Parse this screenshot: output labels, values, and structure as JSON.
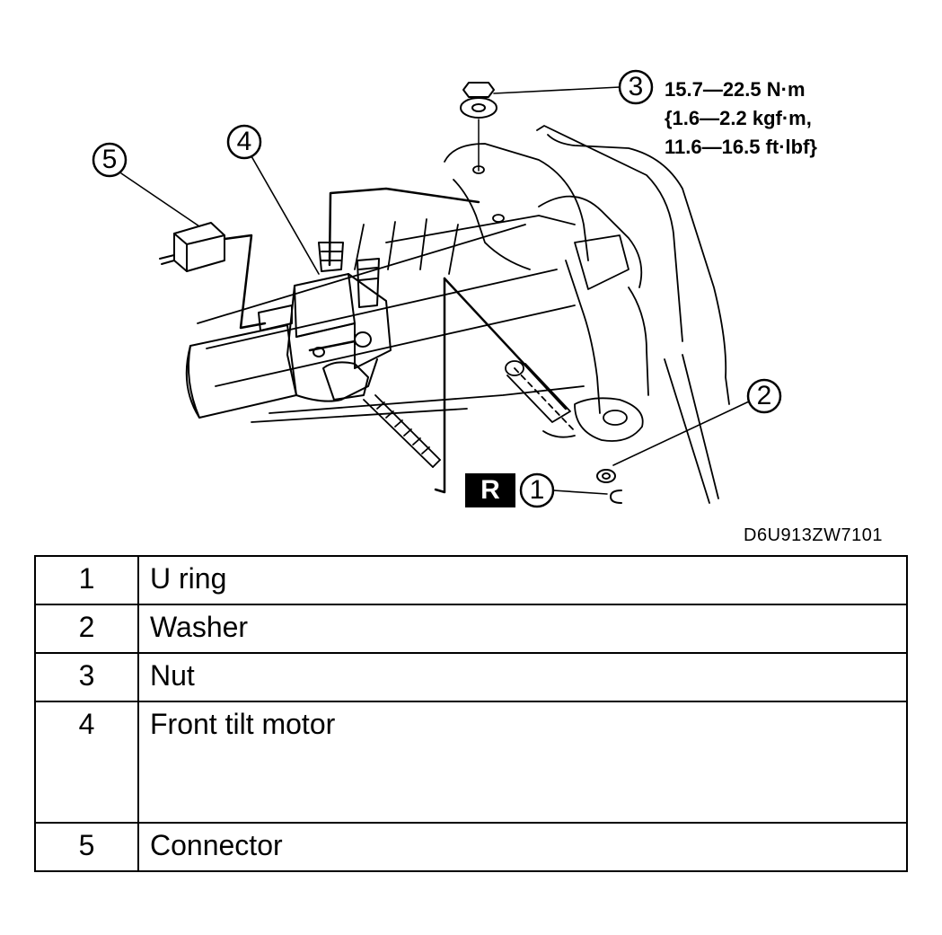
{
  "callouts": {
    "c1": "1",
    "c2": "2",
    "c3": "3",
    "c4": "4",
    "c5": "5"
  },
  "torque_spec": {
    "line1": "15.7—22.5 N·m",
    "line2": "{1.6—2.2 kgf·m,",
    "line3": "11.6—16.5 ft·lbf}"
  },
  "r_badge": "R",
  "figure_code": "D6U913ZW7101",
  "parts": [
    {
      "no": "1",
      "name": "U ring"
    },
    {
      "no": "2",
      "name": "Washer"
    },
    {
      "no": "3",
      "name": "Nut"
    },
    {
      "no": "4",
      "name": "Front tilt motor"
    },
    {
      "no": "5",
      "name": "Connector"
    }
  ]
}
